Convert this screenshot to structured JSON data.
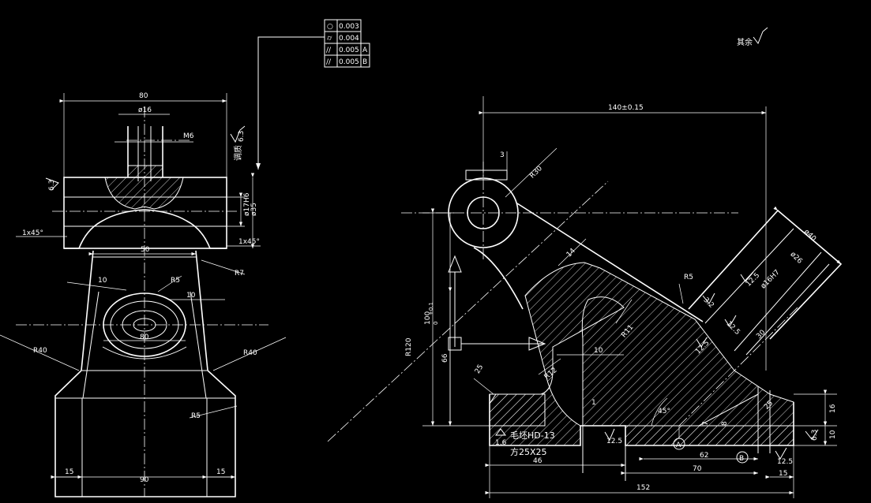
{
  "fcf": [
    {
      "sym": "○",
      "tol": "0.003",
      "datum": ""
    },
    {
      "sym": "⌭",
      "tol": "0.004",
      "datum": ""
    },
    {
      "sym": "//",
      "tol": "0.005",
      "datum": "A"
    },
    {
      "sym": "//",
      "tol": "0.005",
      "datum": "B"
    }
  ],
  "notes": {
    "other_roughness": "其余",
    "heat_treat": "调质"
  },
  "left_view": {
    "dims": {
      "w80": "80",
      "d16": "ø16",
      "m6": "M6",
      "r63a": "6.3",
      "r63b": "6.3",
      "d17h6": "ø17H6",
      "d35": "ø35",
      "ch1": "1x45°",
      "ch2": "1x45°",
      "w50": "50",
      "r7": "R7",
      "t10a": "10",
      "r5a": "R5",
      "t10b": "10",
      "d80": "80",
      "r40a": "R40",
      "r40b": "R40",
      "r5b": "R5",
      "b15a": "15",
      "b90": "90",
      "b15b": "15"
    }
  },
  "right_view": {
    "dims": {
      "w140": "140±0.15",
      "t3": "3",
      "r30": "R30",
      "t14": "14",
      "r5": "R5",
      "d40": "ø40",
      "d26": "ø26",
      "ra32a": "3.2",
      "ra125a": "12.5",
      "d16h7": "ø16H7",
      "ra125b": "12.5",
      "t30": "30",
      "ra125c": "12.5",
      "r11": "R11",
      "h120": "R120",
      "h100": "100",
      "tol1": "+0.1",
      "tol2": "0",
      "h66": "66",
      "t10": "10",
      "r12": "R12",
      "r25": "25",
      "a45": "45°",
      "h16": "16",
      "h10": "10",
      "ra63": "6.3",
      "ra125d": "12.5",
      "ra125e": "12.5",
      "ra16": "1.6",
      "t1": "1",
      "t7": "7",
      "t62": "62",
      "t70": "70",
      "b15": "15",
      "b46": "46",
      "b152": "152",
      "b25": "25",
      "t8": "8",
      "datumA": "A",
      "datumB": "B"
    },
    "notes": {
      "blank": "毛坯HD-13",
      "size": "方25X25"
    }
  }
}
